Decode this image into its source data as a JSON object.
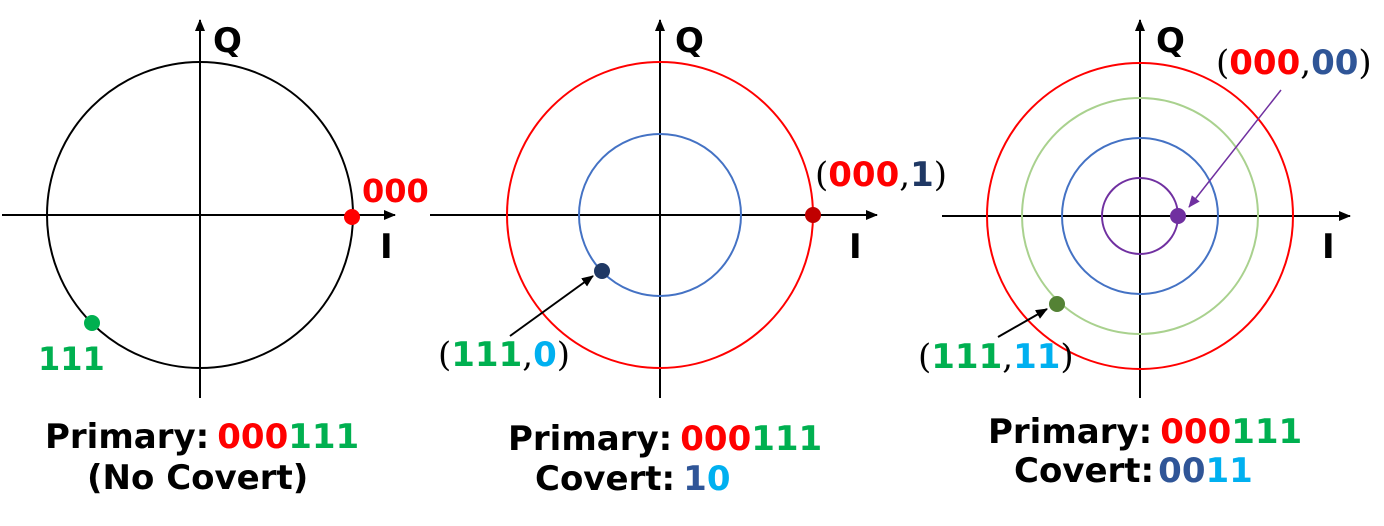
{
  "colors": {
    "red": "#ff0000",
    "dark_red": "#c00000",
    "green": "#00b050",
    "dark_green": "#548235",
    "navy": "#1f3864",
    "cyan": "#00b0f0",
    "steel_blue": "#2f5597",
    "blue_ring": "#4472c4",
    "light_green_ring": "#a9d18e",
    "purple": "#7030a0",
    "black": "#000000"
  },
  "panels": [
    {
      "axis_i": "I",
      "axis_q": "Q",
      "point_a": {
        "bits": "000"
      },
      "point_b": {
        "bits": "111"
      },
      "primary": {
        "label": "Primary:",
        "bits_a": "000",
        "bits_b": "111"
      },
      "note": "(No Covert)"
    },
    {
      "axis_i": "I",
      "axis_q": "Q",
      "point_a": {
        "open": "(",
        "primary": "000",
        "sep": ",",
        "covert": "1",
        "close": ")"
      },
      "point_b": {
        "open": "(",
        "primary": "111",
        "sep": ",",
        "covert": "0",
        "close": ")"
      },
      "primary": {
        "label": "Primary:",
        "bits_a": "000",
        "bits_b": "111"
      },
      "covert": {
        "label": "Covert:",
        "bits_a": "1",
        "bits_b": "0"
      }
    },
    {
      "axis_i": "I",
      "axis_q": "Q",
      "point_a": {
        "open": "(",
        "primary": "000",
        "sep": ",",
        "covert": "00",
        "close": ")"
      },
      "point_b": {
        "open": "(",
        "primary": "111",
        "sep": ",",
        "covert": "11",
        "close": ")"
      },
      "primary": {
        "label": "Primary:",
        "bits_a": "000",
        "bits_b": "111"
      },
      "covert": {
        "label": "Covert:",
        "bits_a": "00",
        "bits_b": "11"
      }
    }
  ]
}
